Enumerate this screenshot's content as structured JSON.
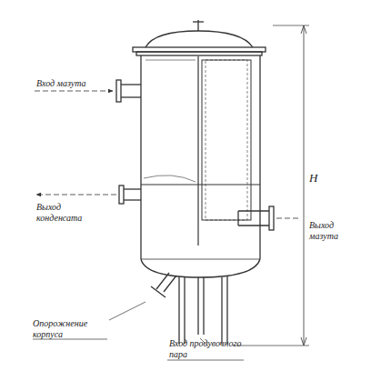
{
  "diagram": {
    "labels": [
      "Вход мазута",
      "Выход конденсата",
      "Выход мазута",
      "Опорожнение корпуса",
      "Вход продувочного пара",
      "H"
    ]
  }
}
